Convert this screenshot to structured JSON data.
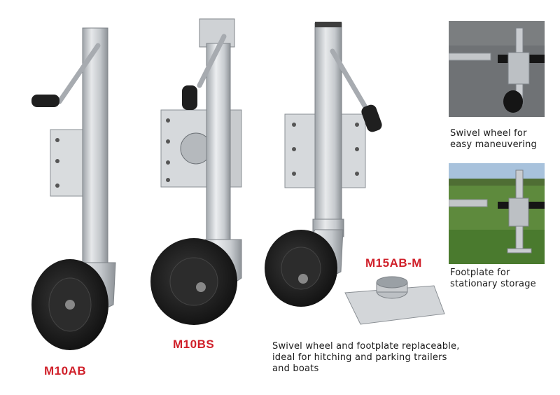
{
  "products": [
    {
      "model": "M10AB"
    },
    {
      "model": "M10BS"
    },
    {
      "model": "M15AB-M"
    }
  ],
  "main_caption": {
    "lines": [
      "Swivel wheel and footplate replaceable,",
      "ideal for hitching and parking trailers",
      "and boats"
    ]
  },
  "side_panels": [
    {
      "caption_lines": [
        "Swivel wheel for",
        "easy maneuvering"
      ]
    },
    {
      "caption_lines": [
        "Footplate for",
        "stationary storage"
      ]
    }
  ],
  "colors": {
    "model_label": "#d0202a",
    "metal": "#c9ccd0",
    "tire": "#1e1e1e"
  }
}
